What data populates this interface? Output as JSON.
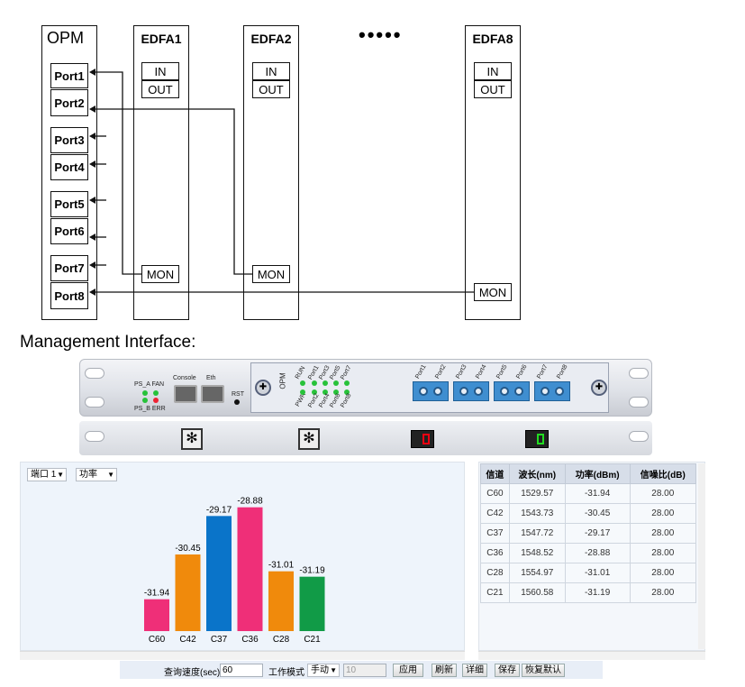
{
  "diagram": {
    "opm_title": "OPM",
    "ports": [
      "Port1",
      "Port2",
      "Port3",
      "Port4",
      "Port5",
      "Port6",
      "Port7",
      "Port8"
    ],
    "edfas": [
      {
        "title": "EDFA1",
        "in": "IN",
        "out": "OUT",
        "mon": "MON"
      },
      {
        "title": "EDFA2",
        "in": "IN",
        "out": "OUT",
        "mon": "MON"
      },
      {
        "title": "EDFA8",
        "in": "IN",
        "out": "OUT",
        "mon": "MON"
      }
    ],
    "ellipsis": "•••••"
  },
  "section_title": "Management Interface:",
  "device": {
    "ps_a_fan": "PS_A FAN",
    "ps_b_err": "PS_B ERR",
    "console": "Console",
    "eth": "Eth",
    "rst": "RST",
    "opm": "OPM",
    "run": "RUN",
    "pwr": "PWR",
    "led_ports": [
      "Port1",
      "Port2",
      "Port3",
      "Port4",
      "Port5",
      "Port6",
      "Port7",
      "Port8"
    ],
    "opt_ports": [
      "Port1",
      "Port2",
      "Port3",
      "Port4",
      "Port5",
      "Port6",
      "Port7",
      "Port8"
    ]
  },
  "controls": {
    "port_select": "端口 1",
    "metric_select": "功率"
  },
  "chart_data": {
    "type": "bar",
    "categories": [
      "C60",
      "C42",
      "C37",
      "C36",
      "C28",
      "C21"
    ],
    "values": [
      -31.94,
      -30.45,
      -29.17,
      -28.88,
      -31.01,
      -31.19
    ],
    "colors": [
      "#ef2f78",
      "#f08a0c",
      "#0a74c9",
      "#ef2f78",
      "#f08a0c",
      "#119b47"
    ],
    "ylim": [
      -33,
      -28.5
    ]
  },
  "table": {
    "headers": [
      "信道",
      "波长(nm)",
      "功率(dBm)",
      "信噪比(dB)"
    ],
    "rows": [
      [
        "C60",
        "1529.57",
        "-31.94",
        "28.00"
      ],
      [
        "C42",
        "1543.73",
        "-30.45",
        "28.00"
      ],
      [
        "C37",
        "1547.72",
        "-29.17",
        "28.00"
      ],
      [
        "C36",
        "1548.52",
        "-28.88",
        "28.00"
      ],
      [
        "C28",
        "1554.97",
        "-31.01",
        "28.00"
      ],
      [
        "C21",
        "1560.58",
        "-31.19",
        "28.00"
      ]
    ]
  },
  "footer": {
    "speed_label": "查询速度(sec)",
    "speed_value": "60",
    "mode_label": "工作模式",
    "mode_value": "手动",
    "disabled_value": "10",
    "apply": "应用",
    "refresh": "刷新",
    "detail": "详细",
    "save": "保存",
    "reset": "恢复默认"
  }
}
